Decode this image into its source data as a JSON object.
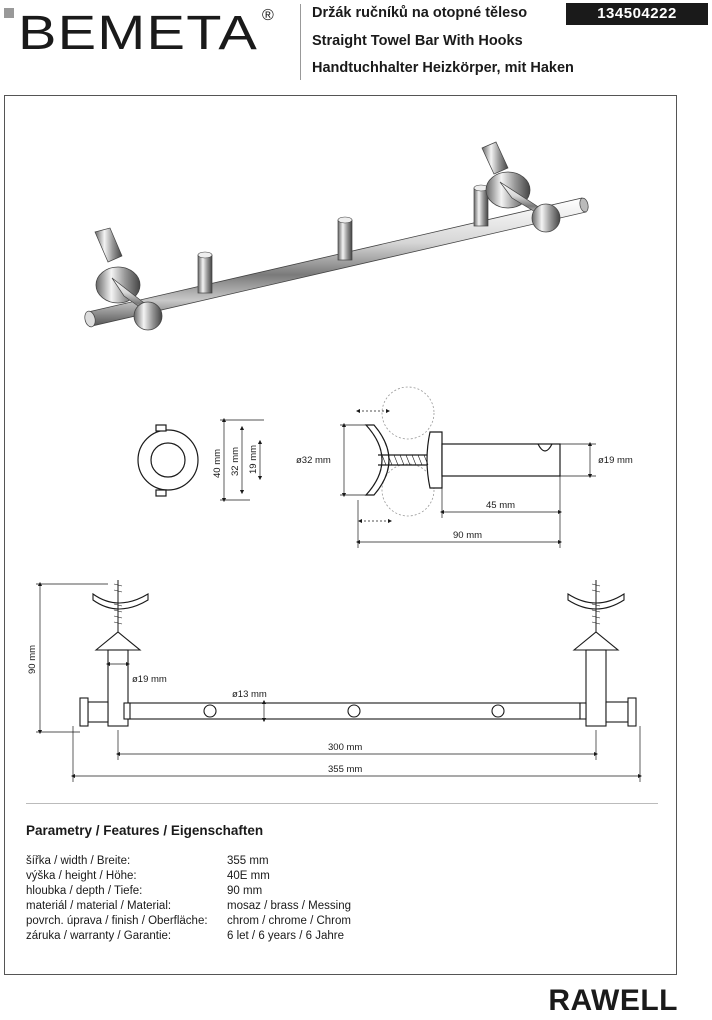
{
  "header": {
    "logo_text": "BEMETA",
    "logo_mark": "®",
    "title_cz": "Držák ručníků na otopné těleso",
    "title_en": "Straight Towel Bar With Hooks",
    "title_de": "Handtuchhalter Heizkörper, mit Haken",
    "product_code": "134504222"
  },
  "drawing": {
    "side_view": {
      "dim_40": "40 mm",
      "dim_32": "32 mm",
      "dim_19": "19 mm"
    },
    "profile_view": {
      "dim_d32": "ø32 mm",
      "dim_d19": "ø19 mm",
      "dim_45": "45 mm",
      "dim_90": "90 mm"
    },
    "front_view": {
      "dim_90": "90 mm",
      "dim_d19": "ø19 mm",
      "dim_d13": "ø13 mm",
      "dim_300": "300 mm",
      "dim_355": "355 mm"
    }
  },
  "features": {
    "title": "Parametry / Features / Eigenschaften",
    "rows": [
      {
        "label": "šířka / width / Breite:",
        "value": "355 mm"
      },
      {
        "label": "výška / height / Höhe:",
        "value": "40E mm"
      },
      {
        "label": "hloubka / depth / Tiefe:",
        "value": "90 mm"
      },
      {
        "label": "materiál / material / Material:",
        "value": "mosaz / brass / Messing"
      },
      {
        "label": "povrch. úprava / finish / Oberfläche:",
        "value": "chrom / chrome / Chrom"
      },
      {
        "label": "záruka / warranty / Garantie:",
        "value": "6 let / 6 years / 6 Jahre"
      }
    ]
  },
  "footer": {
    "brand": "RAWELL"
  }
}
